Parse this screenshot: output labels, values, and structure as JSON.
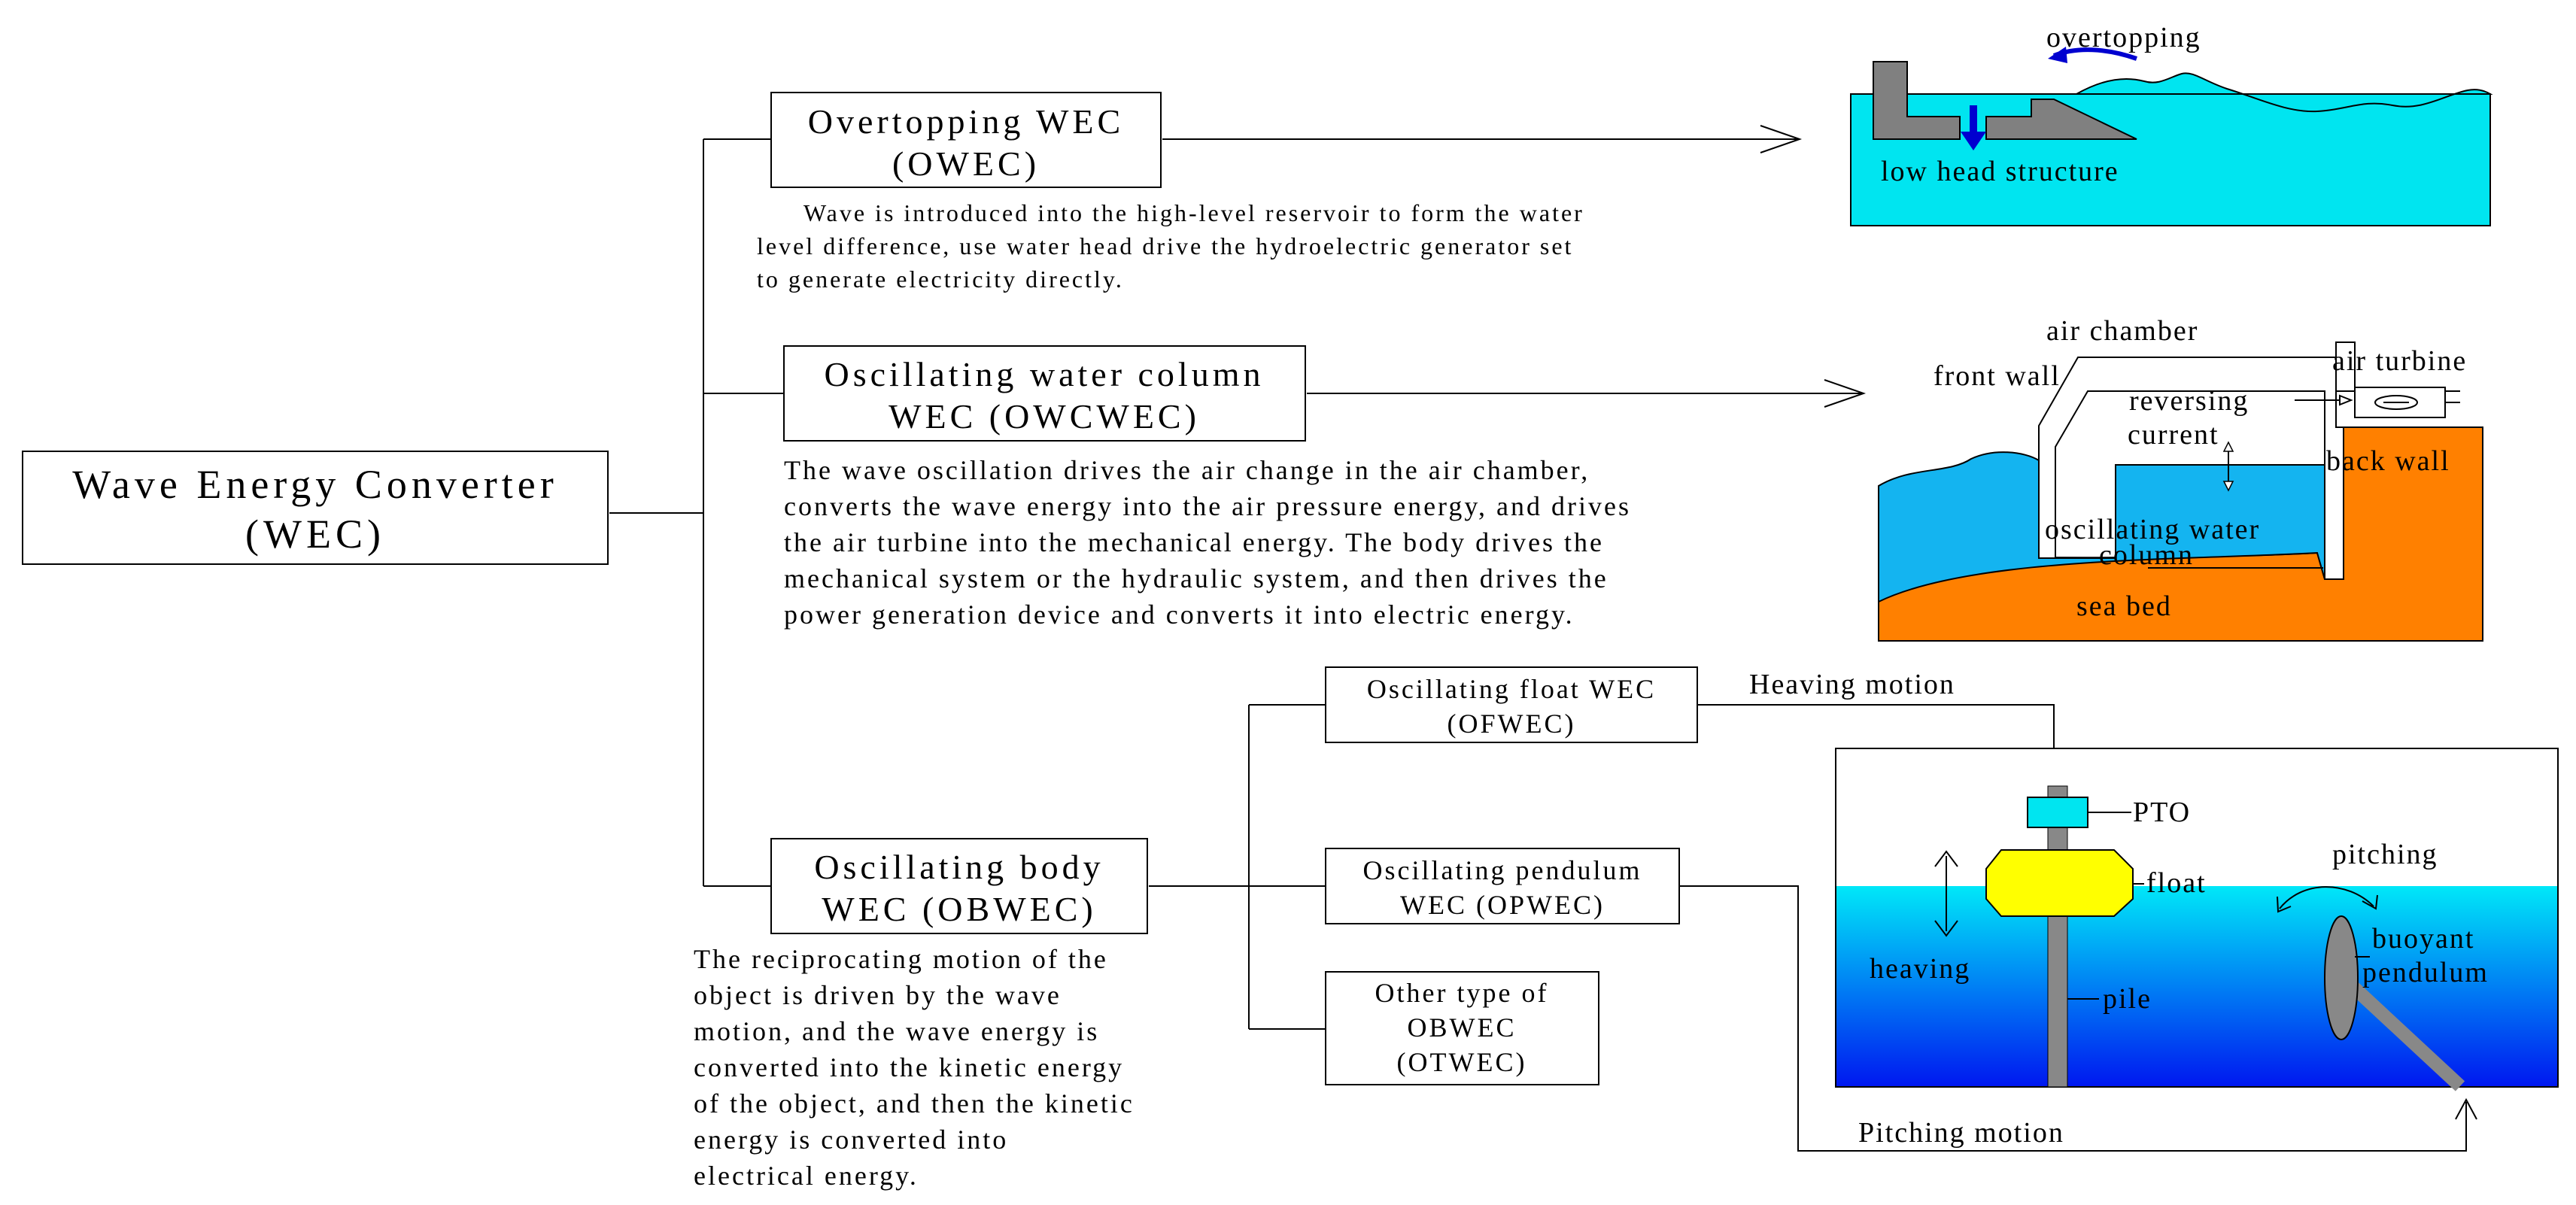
{
  "colors": {
    "water": "#00e5f0",
    "water_blue": "#14b4f0",
    "sea_bed": "#ff8000",
    "float": "#ffff00",
    "pile": "#888888",
    "arrow_blue": "#0000d0",
    "deep_top": "#00e8f8",
    "deep_bottom": "#0018f0"
  },
  "root": {
    "line1": "Wave Energy Converter",
    "line2": "(WEC)"
  },
  "owec": {
    "title1": "Overtopping WEC",
    "title2": "(OWEC)",
    "desc": [
      "Wave is introduced into the high-level reservoir to form the water",
      "level difference, use water head drive the hydroelectric generator set",
      "to generate electricity directly."
    ],
    "fig": {
      "overtopping": "overtopping",
      "structure": "low head structure"
    }
  },
  "owc": {
    "title1": "Oscillating water column",
    "title2": "WEC (OWCWEC)",
    "desc": [
      "The wave oscillation drives the air change in the air chamber,",
      "converts the wave energy into the air pressure energy, and drives",
      "the air turbine into the mechanical energy. The body drives the",
      "mechanical system or the hydraulic system, and then drives the",
      "power generation device and converts it into electric energy."
    ],
    "fig": {
      "air_chamber": "air chamber",
      "air_turbine": "air turbine",
      "front_wall": "front wall",
      "reversing1": "reversing",
      "reversing2": "current",
      "back_wall": "back wall",
      "owc1": "oscillating water",
      "owc2": "column",
      "sea_bed": "sea bed"
    }
  },
  "obwec": {
    "title1": "Oscillating body",
    "title2": "WEC (OBWEC)",
    "desc": [
      "The reciprocating motion of the",
      "object is driven by the wave",
      "motion, and the wave energy is",
      "converted into the kinetic energy",
      "of the object, and then the kinetic",
      "energy is converted into",
      "electrical energy."
    ],
    "subs": {
      "ofwec1": "Oscillating float WEC",
      "ofwec2": "(OFWEC)",
      "opwec1": "Oscillating pendulum",
      "opwec2": "WEC (OPWEC)",
      "otwec1": "Other type of",
      "otwec2": "OBWEC",
      "otwec3": "(OTWEC)"
    },
    "fig": {
      "heaving_motion": "Heaving motion",
      "pitching_motion": "Pitching motion",
      "pto": "PTO",
      "float": "float",
      "pile": "pile",
      "heaving": "heaving",
      "pitching": "pitching",
      "buoyant1": "buoyant",
      "buoyant2": "pendulum"
    }
  }
}
